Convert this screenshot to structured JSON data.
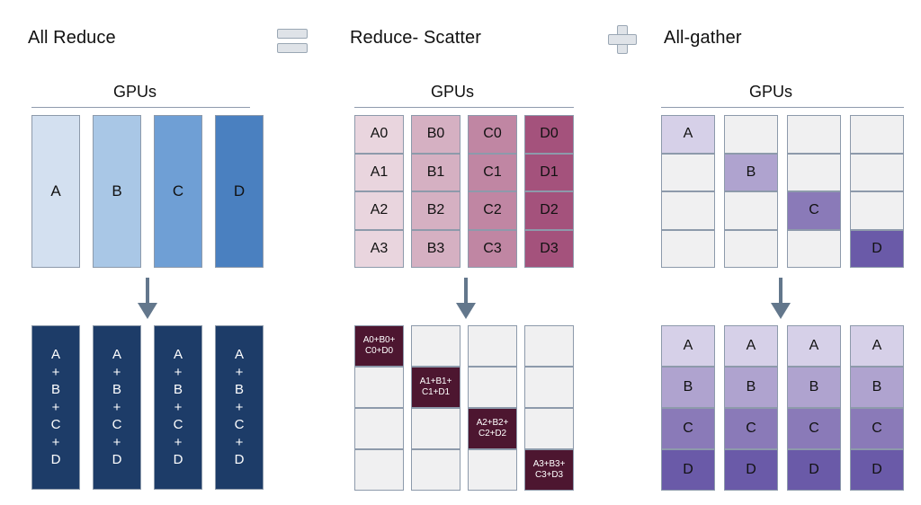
{
  "headers": {
    "allreduce_title": "All Reduce",
    "reduce_scatter_title": "Reduce- Scatter",
    "allgather_title": "All-gather",
    "equals_icon": "equals-icon",
    "plus_icon": "plus-icon"
  },
  "gpus_label": "GPUs",
  "colors": {
    "blue_1": "#d3e0f0",
    "blue_2": "#a9c7e6",
    "blue_3": "#6f9fd5",
    "blue_4": "#4a80c0",
    "navy": "#1d3c68",
    "pink_1": "#e9d5de",
    "pink_2": "#d5b0c2",
    "pink_3": "#c086a3",
    "pink_4": "#a4527c",
    "maroon": "#4d1630",
    "purple_1": "#d6d0e8",
    "purple_2": "#afa3cf",
    "purple_3": "#8a7ab8",
    "purple_4": "#6a5aa8",
    "empty": "#f0f0f1",
    "border": "#8d9aab",
    "arrow": "#63778c",
    "rule": "#8f9bad"
  },
  "allreduce": {
    "top_blocks": [
      {
        "label": "A",
        "fill": "#d3e0f0"
      },
      {
        "label": "B",
        "fill": "#a9c7e6"
      },
      {
        "label": "C",
        "fill": "#6f9fd5"
      },
      {
        "label": "D",
        "fill": "#4a80c0"
      }
    ],
    "result_lines": [
      "A",
      "+",
      "B",
      "+",
      "C",
      "+",
      "D"
    ],
    "result_fill": "#1d3c68",
    "result_count": 4
  },
  "reduce_scatter": {
    "top_columns": [
      {
        "fill": "#e9d5de",
        "cells": [
          "A0",
          "A1",
          "A2",
          "A3"
        ]
      },
      {
        "fill": "#d5b0c2",
        "cells": [
          "B0",
          "B1",
          "B2",
          "B3"
        ]
      },
      {
        "fill": "#c086a3",
        "cells": [
          "C0",
          "C1",
          "C2",
          "C3"
        ]
      },
      {
        "fill": "#a4527c",
        "cells": [
          "D0",
          "D1",
          "D2",
          "D3"
        ]
      }
    ],
    "bottom_columns": [
      {
        "filled_index": 0,
        "text": [
          "A0+B0+",
          "C0+D0"
        ]
      },
      {
        "filled_index": 1,
        "text": [
          "A1+B1+",
          "C1+D1"
        ]
      },
      {
        "filled_index": 2,
        "text": [
          "A2+B2+",
          "C2+D2"
        ]
      },
      {
        "filled_index": 3,
        "text": [
          "A3+B3+",
          "C3+D3"
        ]
      }
    ],
    "bottom_fill": "#4d1630"
  },
  "allgather": {
    "labels": [
      "A",
      "B",
      "C",
      "D"
    ],
    "fills": [
      "#d6d0e8",
      "#afa3cf",
      "#8a7ab8",
      "#6a5aa8"
    ],
    "top_columns": [
      {
        "filled_index": 0,
        "label": "A"
      },
      {
        "filled_index": 1,
        "label": "B"
      },
      {
        "filled_index": 2,
        "label": "C"
      },
      {
        "filled_index": 3,
        "label": "D"
      }
    ],
    "bottom_column_count": 4
  }
}
